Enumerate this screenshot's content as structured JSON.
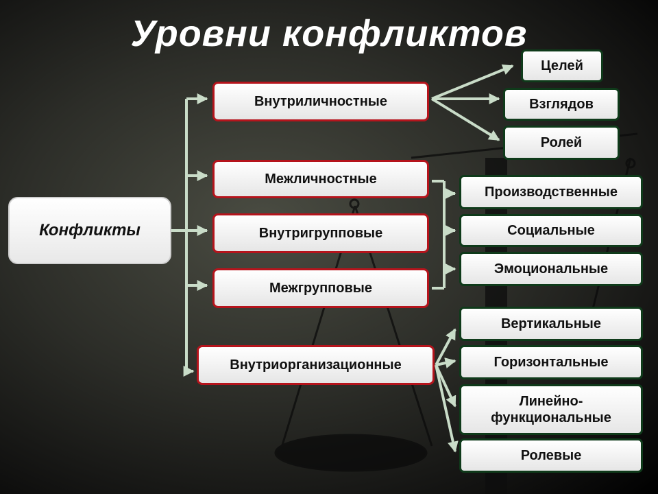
{
  "title": "Уровни конфликтов",
  "root": "Конфликты",
  "levels": {
    "intrapersonal": "Внутриличностные",
    "interpersonal": "Межличностные",
    "intragroup": "Внутригрупповые",
    "intergroup": "Межгрупповые",
    "intraorganizational": "Внутриорганизационные"
  },
  "intrapersonal_types": [
    "Целей",
    "Взглядов",
    "Ролей"
  ],
  "social_types": [
    "Производственные",
    "Социальные",
    "Эмоциональные"
  ],
  "organizational_types": [
    "Вертикальные",
    "Горизонтальные",
    "Линейно-функциональные",
    "Ролевые"
  ],
  "colors": {
    "connector": "#c9dcc8",
    "red_border": "#b5141c",
    "green_border": "#0f3a1a"
  }
}
